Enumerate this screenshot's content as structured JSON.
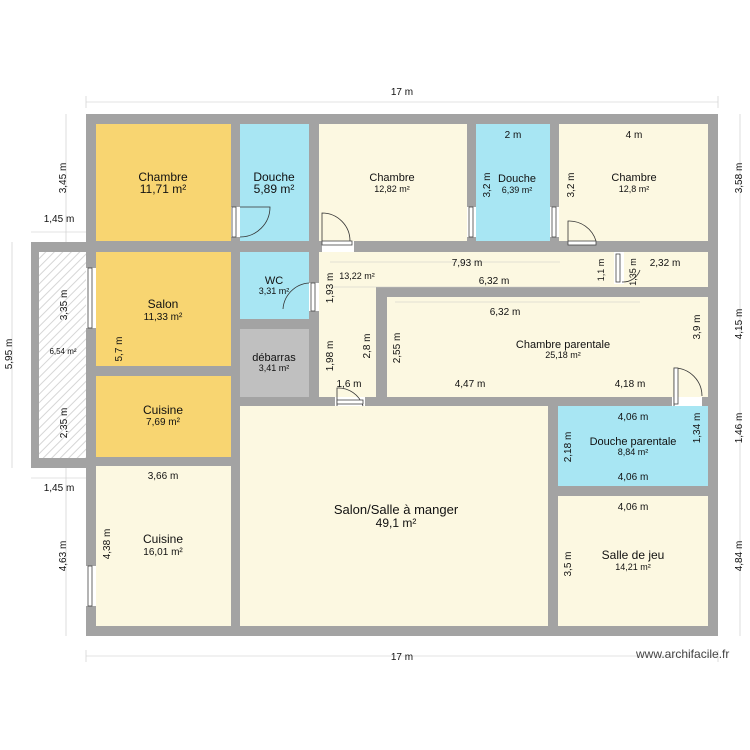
{
  "colors": {
    "wall": "#a3a3a3",
    "bedroom_yellow": "#f8d571",
    "bathroom_cyan": "#a8e6f3",
    "room_beige": "#fcf8e1",
    "storage_gray": "#c0c0c0",
    "balcony_hatch": "#e7e7e7"
  },
  "rooms": {
    "chambre1": {
      "name": "Chambre",
      "area": "11,71 m²"
    },
    "douche1": {
      "name": "Douche",
      "area": "5,89 m²"
    },
    "chambre2": {
      "name": "Chambre",
      "area": "12,82 m²"
    },
    "douche2": {
      "name": "Douche",
      "area": "6,39 m²"
    },
    "chambre3": {
      "name": "Chambre",
      "area": "12,8 m²"
    },
    "balcony": {
      "area": "6,54 m²"
    },
    "salon": {
      "name": "Salon",
      "area": "11,33 m²"
    },
    "wc": {
      "name": "WC",
      "area": "3,31 m²"
    },
    "debarras": {
      "name": "débarras",
      "area": "3,41 m²"
    },
    "couloir": {
      "area": "13,22 m²"
    },
    "parentale": {
      "name": "Chambre parentale",
      "area": "25,18 m²"
    },
    "cuisine_small": {
      "name": "Cuisine",
      "area": "7,69 m²"
    },
    "douche_parentale": {
      "name": "Douche parentale",
      "area": "8,84 m²"
    },
    "cuisine": {
      "name": "Cuisine",
      "area": "16,01 m²"
    },
    "salon_salle": {
      "name": "Salon/Salle à manger",
      "area": "49,1 m²"
    },
    "salle_jeu": {
      "name": "Salle de jeu",
      "area": "14,21 m²"
    }
  },
  "dimensions": {
    "top_total": "17 m",
    "bottom_total": "17 m",
    "d_2m": "2 m",
    "d_4m": "4 m",
    "d_3_2a": "3,2 m",
    "d_3_2b": "3,2 m",
    "d_7_93": "7,93 m",
    "d_6_32a": "6,32 m",
    "d_6_32b": "6,32 m",
    "d_2_32": "2,32 m",
    "d_1_1": "1,1 m",
    "d_1_35": "1,35 m",
    "d_1_93": "1,93 m",
    "d_2_8": "2,8 m",
    "d_2_55": "2,55 m",
    "d_1_98": "1,98 m",
    "d_1_6": "1,6 m",
    "d_4_47": "4,47 m",
    "d_4_18": "4,18 m",
    "d_3_9": "3,9 m",
    "d_5_7": "5,7 m",
    "d_4_06a": "4,06 m",
    "d_4_06b": "4,06 m",
    "d_4_06c": "4,06 m",
    "d_2_18": "2,18 m",
    "d_1_34": "1,34 m",
    "d_3_66": "3,66 m",
    "d_4_38": "4,38 m",
    "d_3_5": "3,5 m",
    "left_3_45": "3,45 m",
    "left_1_45a": "1,45 m",
    "left_5_95": "5,95 m",
    "left_3_35": "3,35 m",
    "left_2_35": "2,35 m",
    "left_1_45b": "1,45 m",
    "left_4_63": "4,63 m",
    "right_3_58": "3,58 m",
    "right_4_15": "4,15 m",
    "right_1_46": "1,46 m",
    "right_4_84": "4,84 m"
  },
  "watermark": "www.archifacile.fr"
}
